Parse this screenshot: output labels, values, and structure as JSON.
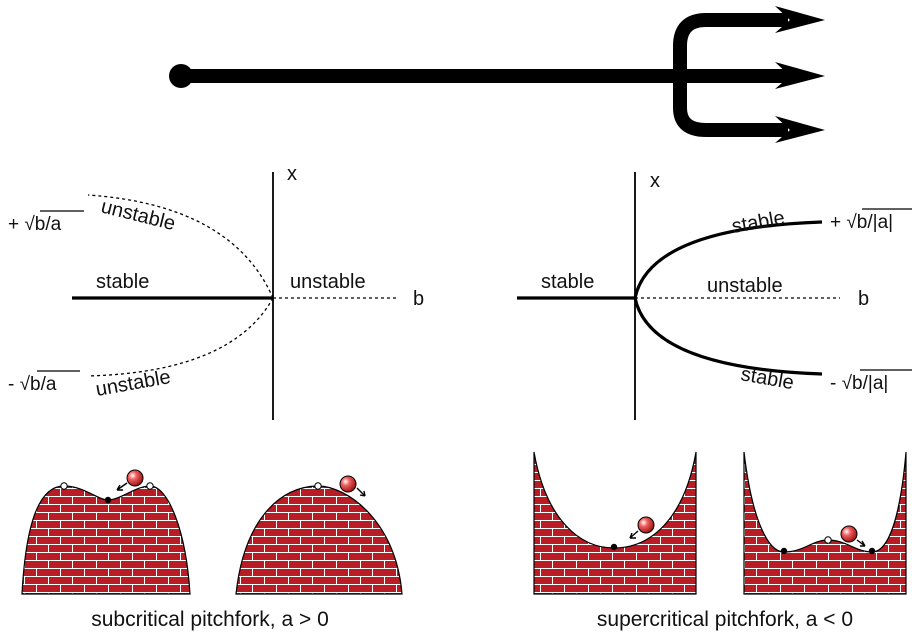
{
  "subcritical": {
    "axis_x": "x",
    "axis_b": "b",
    "upper_root": "+ √b/a",
    "lower_root": "- √b/a",
    "upper_branch": "unstable",
    "lower_branch": "unstable",
    "left_branch": "stable",
    "right_branch": "unstable",
    "caption": "subcritical pitchfork, a > 0"
  },
  "supercritical": {
    "axis_x": "x",
    "axis_b": "b",
    "upper_root": "+ √b/|a|",
    "lower_root": "- √b/|a|",
    "upper_branch": "stable",
    "lower_branch": "stable",
    "left_branch": "stable",
    "right_branch": "unstable",
    "caption": "supercritical pitchfork, a < 0"
  },
  "colors": {
    "brick": "#b81c24",
    "mortar": "#ffffff",
    "ball": "#cc1f1f",
    "line": "#000000"
  }
}
